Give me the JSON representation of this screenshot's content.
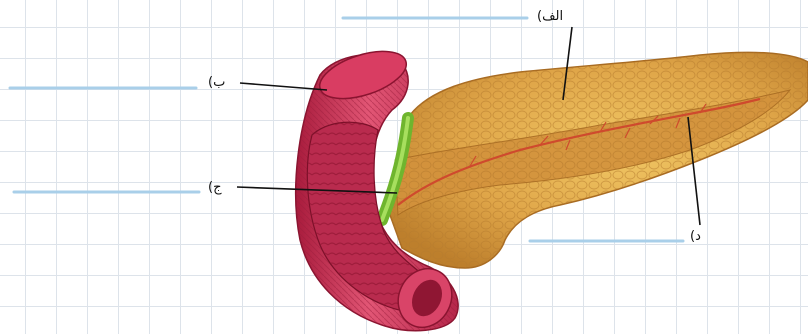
{
  "labels": {
    "a": "الف)",
    "b": "ب)",
    "c": "ج)",
    "d": "د)"
  },
  "colors": {
    "answer_line": "#a9cfe9",
    "pointer_line": "#111111",
    "pancreas": "#dea64a",
    "pancreas_duct": "#cf4a2d",
    "duodenum": "#cf3659",
    "bile_duct": "#6fb52e"
  }
}
